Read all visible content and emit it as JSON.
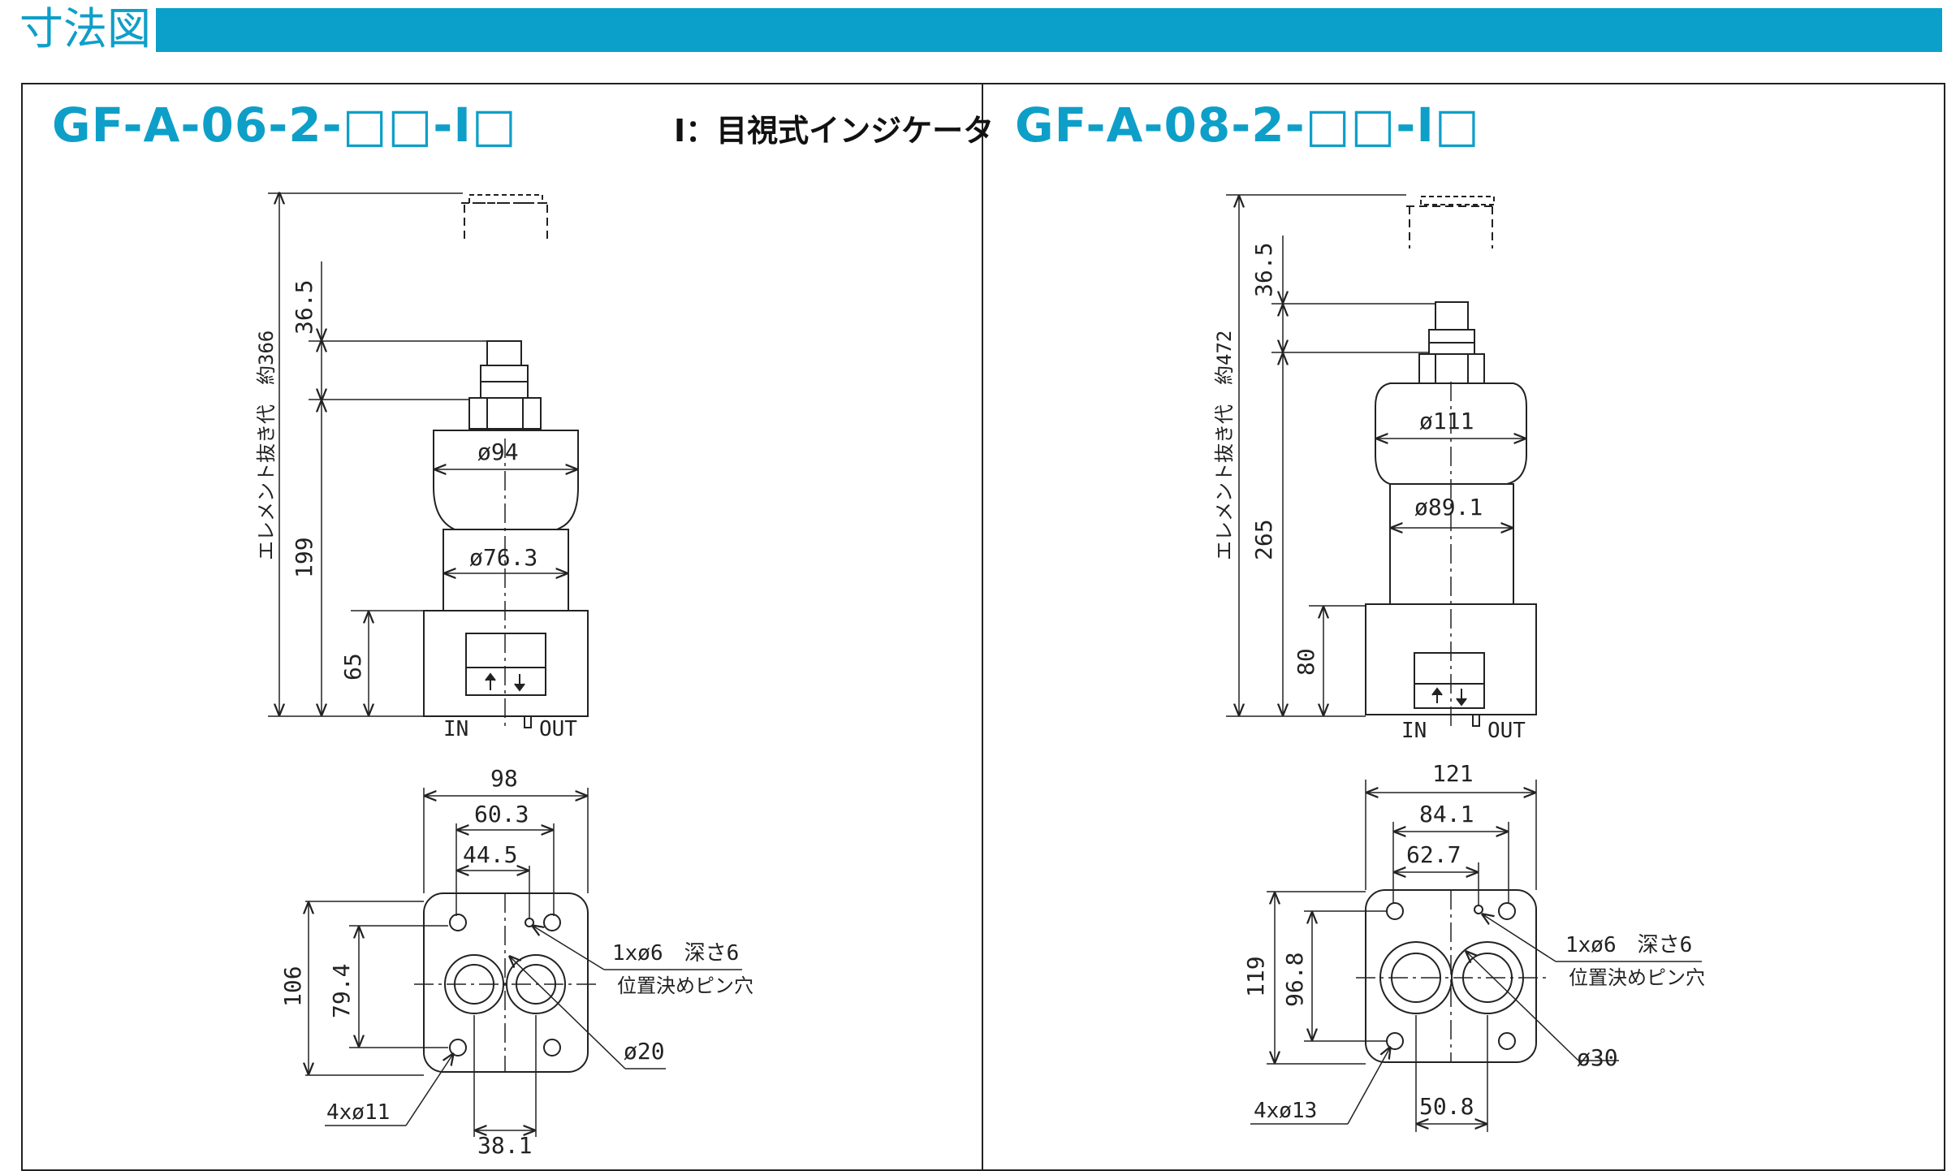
{
  "header": {
    "title": "寸法図",
    "accent_color": "#0aa0c9"
  },
  "left": {
    "model": "GF-A-06-2-□□-I□",
    "note": "I：目視式インジケータ",
    "dims": {
      "top_offset": "36.5",
      "element_removal": "エレメント抜き代　約366",
      "height": "199",
      "port_height": "65",
      "head_dia": "ø94",
      "body_dia": "ø76.3",
      "width": "98",
      "bolt_pitch_x": "60.3",
      "pin_pitch": "44.5",
      "depth": "106",
      "bolt_pitch_y": "79.4",
      "pin_hole": "1xø6　深さ6",
      "pin_hole_label": "位置決めピン穴",
      "port_dia": "ø20",
      "mount_holes": "4xø11",
      "port_pitch": "38.1"
    },
    "ports": {
      "in": "IN",
      "out": "OUT"
    }
  },
  "right": {
    "model": "GF-A-08-2-□□-I□",
    "dims": {
      "top_offset": "36.5",
      "element_removal": "エレメント抜き代　約472",
      "height": "265",
      "port_height": "80",
      "head_dia": "ø111",
      "body_dia": "ø89.1",
      "width": "121",
      "bolt_pitch_x": "84.1",
      "pin_pitch": "62.7",
      "depth": "119",
      "bolt_pitch_y": "96.8",
      "pin_hole": "1xø6　深さ6",
      "pin_hole_label": "位置決めピン穴",
      "port_dia": "ø30",
      "mount_holes": "4xø13",
      "port_pitch": "50.8"
    },
    "ports": {
      "in": "IN",
      "out": "OUT"
    }
  }
}
